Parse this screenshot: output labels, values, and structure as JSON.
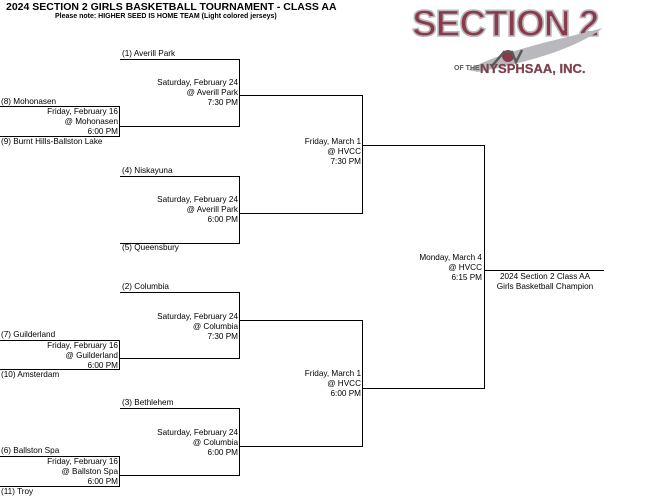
{
  "header": {
    "title": "2024 SECTION 2 GIRLS BASKETBALL TOURNAMENT - CLASS AA",
    "note": "Please note:  HIGHER SEED IS HOME TEAM (Light colored jerseys)"
  },
  "logo": {
    "main": "SECTION 2",
    "of_the": "OF THE",
    "org": "NYSPHSAA, INC.",
    "colors": {
      "maroon": "#8b3a4a",
      "gray": "#b9b9bd",
      "dark": "#5a5a5a"
    }
  },
  "teams": {
    "averill_park": "(1) Averill Park",
    "mohonasen": "(8) Mohonasen",
    "burnt_hills": "(9) Burnt Hills-Ballston Lake",
    "niskayuna": "(4) Niskayuna",
    "queensbury": "(5) Queensbury",
    "columbia": "(2) Columbia",
    "guilderland": "(7) Guilderland",
    "amsterdam": "(10) Amsterdam",
    "bethlehem": "(3) Bethlehem",
    "ballston_spa": "(6) Ballston Spa",
    "troy": "(11) Troy"
  },
  "games": {
    "g1": {
      "date": "Friday, February 16",
      "site": "@ Mohonasen",
      "time": "6:00 PM"
    },
    "g2": {
      "date": "Friday, February 16",
      "site": "@ Guilderland",
      "time": "6:00 PM"
    },
    "g3": {
      "date": "Friday, February 16",
      "site": "@ Ballston Spa",
      "time": "6:00 PM"
    },
    "q1": {
      "date": "Saturday, February 24",
      "site": "@ Averill Park",
      "time": "7:30 PM"
    },
    "q2": {
      "date": "Saturday, February 24",
      "site": "@ Averill Park",
      "time": "6:00 PM"
    },
    "q3": {
      "date": "Saturday, February 24",
      "site": "@ Columbia",
      "time": "7:30 PM"
    },
    "q4": {
      "date": "Saturday, February 24",
      "site": "@ Columbia",
      "time": "6:00 PM"
    },
    "s1": {
      "date": "Friday, March 1",
      "site": "@ HVCC",
      "time": "7:30 PM"
    },
    "s2": {
      "date": "Friday, March 1",
      "site": "@ HVCC",
      "time": "6:00 PM"
    },
    "f": {
      "date": "Monday, March 4",
      "site": "@ HVCC",
      "time": "6:15 PM"
    }
  },
  "champion": {
    "line1": "2024 Section 2 Class AA",
    "line2": "Girls Basketball Champion"
  }
}
